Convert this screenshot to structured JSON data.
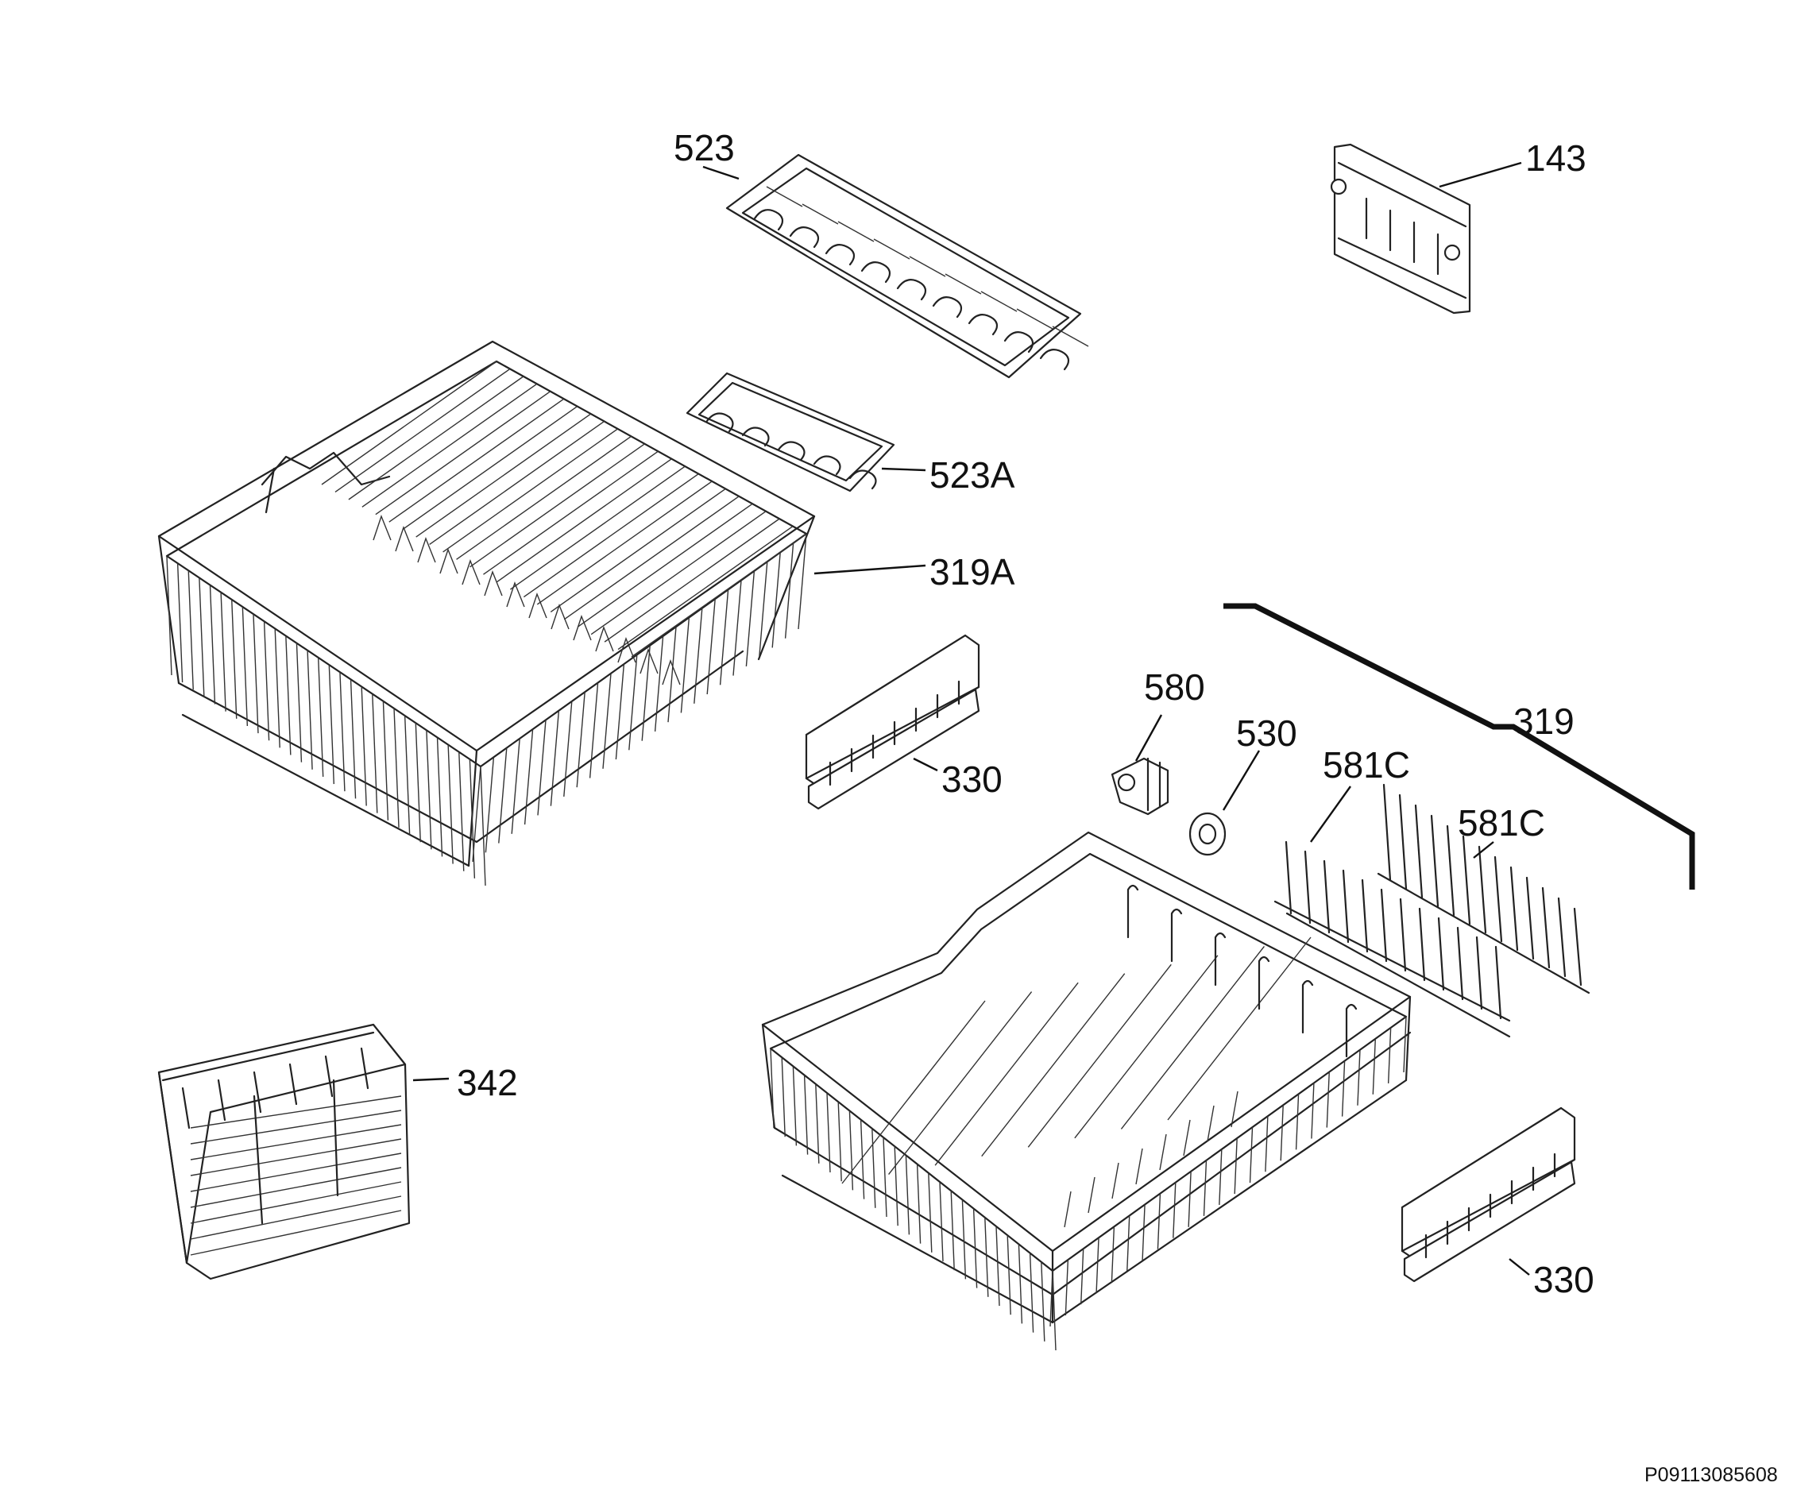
{
  "labels": {
    "p523": "523",
    "p143": "143",
    "p523a": "523A",
    "p319a": "319A",
    "p319": "319",
    "p580": "580",
    "p530": "530",
    "p581c_1": "581C",
    "p581c_2": "581C",
    "p330_upper": "330",
    "p342": "342",
    "p330_lower": "330"
  },
  "drawing_code": "P09113085608"
}
